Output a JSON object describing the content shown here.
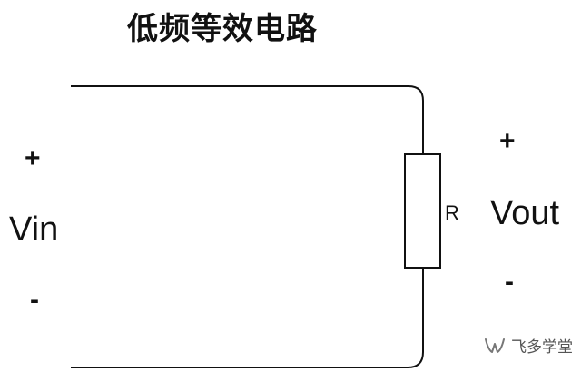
{
  "title": "低频等效电路",
  "input": {
    "plus": "+",
    "label": "Vin",
    "minus": "-"
  },
  "resistor": {
    "label": "R"
  },
  "output": {
    "plus": "+",
    "label": "Vout",
    "minus": "-"
  },
  "watermark": {
    "text": "飞多学堂",
    "icon": "wechat-channel-logo-icon"
  },
  "colors": {
    "stroke": "#111111",
    "background": "#ffffff",
    "watermark": "#555555"
  }
}
